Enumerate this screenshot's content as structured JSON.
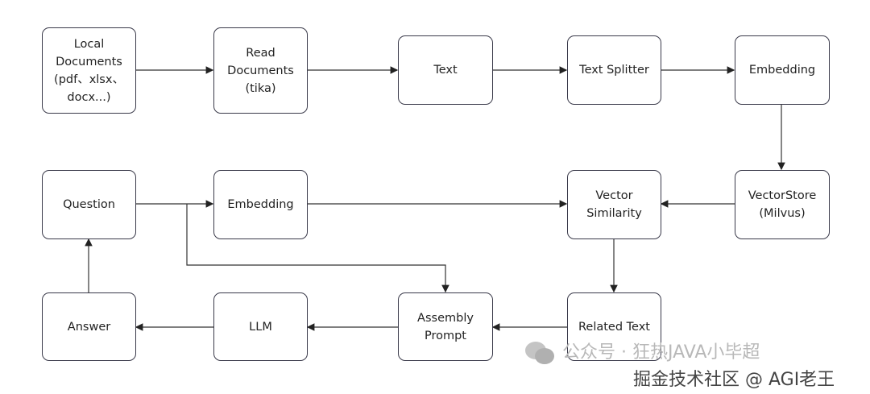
{
  "nodes": {
    "local_documents": "Local\nDocuments\n(pdf、xlsx、\ndocx...)",
    "read_documents": "Read\nDocuments\n(tika)",
    "text": "Text",
    "text_splitter": "Text Splitter",
    "embedding_top": "Embedding",
    "vectorstore": "VectorStore\n(Milvus)",
    "vector_similarity": "Vector\nSimilarity",
    "embedding_mid": "Embedding",
    "question": "Question",
    "related_text": "Related Text",
    "assembly_prompt": "Assembly\nPrompt",
    "llm": "LLM",
    "answer": "Answer"
  },
  "watermark": {
    "wechat": "公众号 · 狂热JAVA小毕超",
    "juejin": "掘金技术社区 @ AGI老王",
    "icon": "wechat-icon"
  },
  "colors": {
    "border": "#3a3a4a",
    "arrow": "#222222"
  }
}
